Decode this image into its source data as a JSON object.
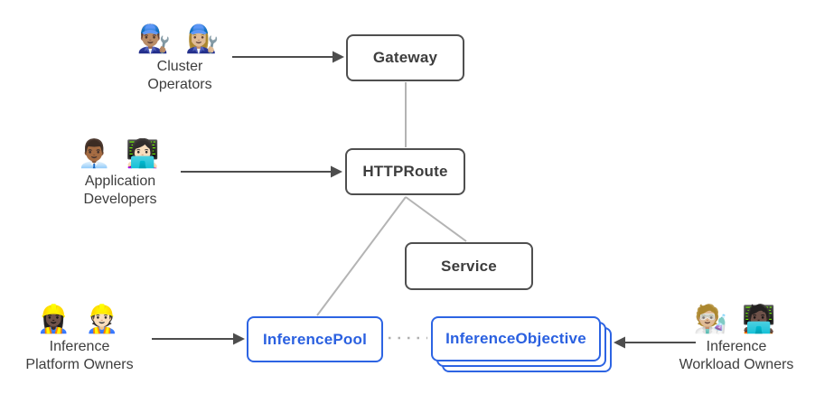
{
  "diagram": {
    "colors": {
      "node_border_dark": "#4f4f4f",
      "node_text_dark": "#3d3d3d",
      "node_blue": "#2d64e3",
      "connector_gray": "#b4b4b4",
      "arrow_dark": "#4d4d4d"
    },
    "nodes": [
      {
        "id": "gateway",
        "label": "Gateway"
      },
      {
        "id": "httproute",
        "label": "HTTPRoute"
      },
      {
        "id": "service",
        "label": "Service"
      },
      {
        "id": "inferencepool",
        "label": "InferencePool"
      },
      {
        "id": "inferenceobjective",
        "label": "InferenceObjective"
      }
    ],
    "actors": [
      {
        "id": "cluster-operators",
        "icons": "👨🏽‍🔧 👩🏼‍🔧",
        "label_lines": [
          "Cluster",
          "Operators"
        ]
      },
      {
        "id": "application-developers",
        "icons": "👨🏾‍💼 👩🏻‍💻",
        "label_lines": [
          "Application",
          "Developers"
        ]
      },
      {
        "id": "inference-platform-owners",
        "icons": "👷🏿‍♀️ 👷🏻",
        "label_lines": [
          "Inference",
          "Platform Owners"
        ]
      },
      {
        "id": "inference-workload-owners",
        "icons": "🧑🏼‍🔬 🧑🏿‍💻",
        "label_lines": [
          "Inference",
          "Workload Owners"
        ]
      }
    ]
  }
}
